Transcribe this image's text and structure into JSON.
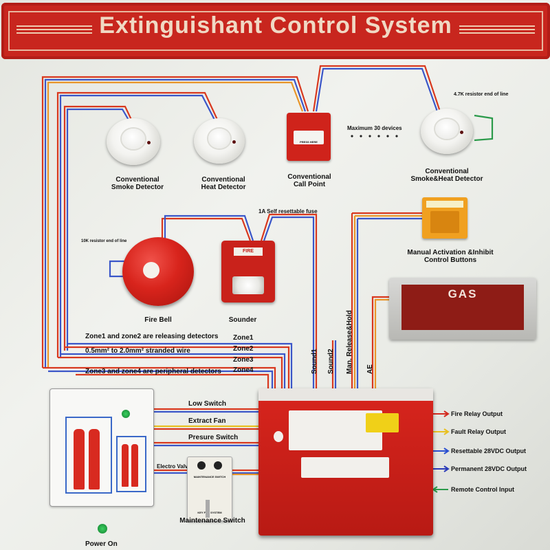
{
  "title": "Extinguishant Control System",
  "devices": {
    "smoke": "Conventional\nSmoke Detector",
    "heat": "Conventional\nHeat Detector",
    "callpoint": "Conventional\nCall Point",
    "callpoint_text": "PRESS HERE",
    "max_devices": "Maximum 30 devices",
    "resistor_line": "4.7K resistor end of line",
    "smoke_heat": "Conventional\nSmoke&Heat Detector",
    "manual": "Manual Activation &Inhibit\nControl Buttons",
    "fire_bell": "Fire Bell",
    "sounder": "Sounder",
    "sounder_fire": "FIRE",
    "fuse": "1A Self resettable fuse",
    "resistor_10k": "10K resistor end of line",
    "gas": "GAS"
  },
  "notes": {
    "releasing": "Zone1  and zone2 are releasing detectors",
    "wire": "0.5mm² to 2.0mm² stranded wire",
    "peripheral": "Zone3 and zone4 are peripheral detectors"
  },
  "zones": [
    "Zone1",
    "Zone2",
    "Zone3",
    "Zone4"
  ],
  "vertical": [
    "Sound1",
    "Sound2",
    "Man. Release&Hold",
    "AE"
  ],
  "inputs": [
    "Low Switch",
    "Extract Fan",
    "Presure Switch",
    "Electro Valve"
  ],
  "maintenance": {
    "label": "Maintenance Switch",
    "box_title": "MAINTENANCE SWITCH",
    "box_bottom": "KEY FOR SYSTEM"
  },
  "power_on": "Power On",
  "outputs": [
    {
      "label": "Fire Relay Output",
      "color": "#d32a1f"
    },
    {
      "label": "Fault Relay Output",
      "color": "#e8c020"
    },
    {
      "label": "Resettable 28VDC Output",
      "color": "#2a4fd0"
    },
    {
      "label": "Permanent 28VDC  Output",
      "color": "#2a3ab8"
    },
    {
      "label": "Remote Control Input",
      "color": "#2a9a4a"
    }
  ],
  "colors": {
    "banner": "#c8261e",
    "panel": "#c8221c",
    "wire_red": "#d9381e",
    "wire_blue": "#3a56c9",
    "wire_orange": "#e9962a"
  }
}
